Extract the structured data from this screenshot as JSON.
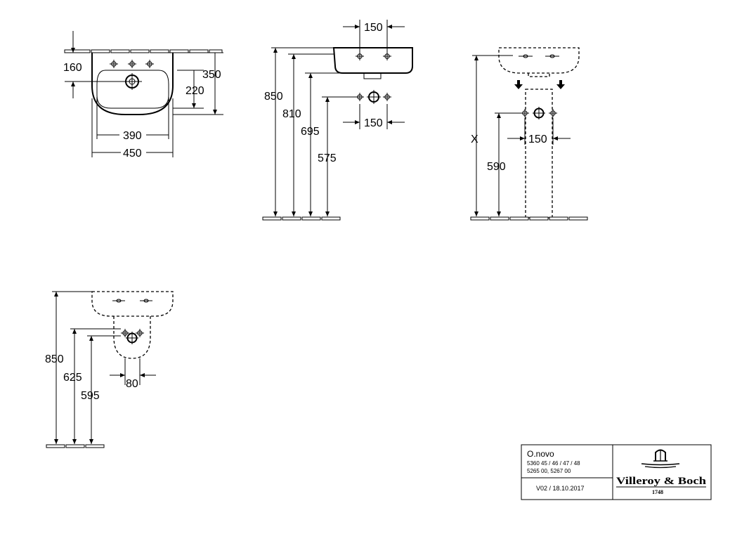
{
  "views": {
    "top_view": {
      "dims": {
        "d160": "160",
        "d350": "350",
        "d220": "220",
        "d390": "390",
        "d450": "450"
      }
    },
    "side_view": {
      "dims": {
        "d150_top": "150",
        "d850": "850",
        "d810": "810",
        "d695": "695",
        "d575": "575",
        "d150_bottom": "150"
      }
    },
    "pedestal_view": {
      "dims": {
        "dX": "X",
        "d590": "590",
        "d150": "150"
      }
    },
    "half_pedestal_view": {
      "dims": {
        "d850": "850",
        "d625": "625",
        "d595": "595",
        "d80": "80"
      }
    }
  },
  "title_block": {
    "product_name": "O.novo",
    "article_line_1": "5360 45 / 46 / 47 / 48",
    "article_line_2": "5265 00, 5267 00",
    "version": "V02 / 18.10.2017",
    "logo_text": "Villeroy & Boch",
    "logo_year": "1748"
  }
}
